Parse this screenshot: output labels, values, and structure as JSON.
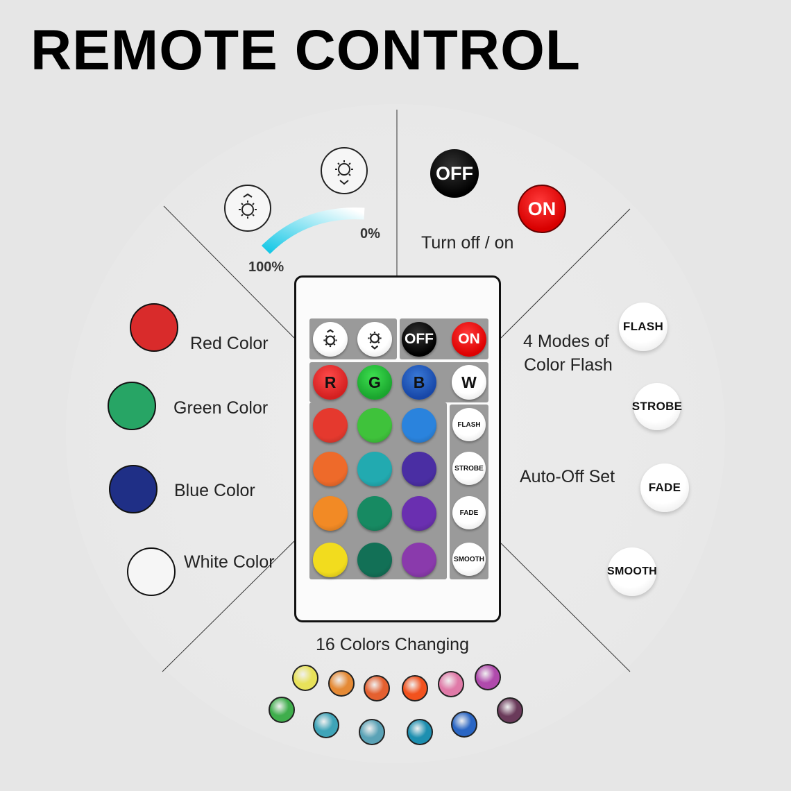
{
  "title": "REMOTE CONTROL",
  "brightness": {
    "max_label": "100%",
    "min_label": "0%"
  },
  "power": {
    "off_label": "OFF",
    "on_label": "ON",
    "caption": "Turn off / on"
  },
  "colors": [
    {
      "label": "Red Color",
      "color": "#d92b2b"
    },
    {
      "label": "Green Color",
      "color": "#27a565"
    },
    {
      "label": "Blue Color",
      "color": "#1f2f86"
    },
    {
      "label": "White Color",
      "color": "#f6f6f6"
    }
  ],
  "modes": {
    "caption_line1": "4 Modes of",
    "caption_line2": "Color Flash",
    "items": [
      "FLASH",
      "STROBE",
      "FADE",
      "SMOOTH"
    ]
  },
  "auto_off_caption": "Auto-Off Set",
  "sixteen_colors_caption": "16 Colors Changing",
  "remote": {
    "top_row": {
      "off": "OFF",
      "on": "ON"
    },
    "rgbw": [
      {
        "label": "R",
        "color": "#e02a2a"
      },
      {
        "label": "G",
        "color": "#22b93a"
      },
      {
        "label": "B",
        "color": "#1d57b8"
      },
      {
        "label": "W",
        "color": "#ffffff"
      }
    ],
    "color_grid": [
      [
        "#e5392e",
        "#3fc23b",
        "#2a83dd"
      ],
      [
        "#ee6a2a",
        "#22aab0",
        "#4a2ea3"
      ],
      [
        "#f28a25",
        "#178a62",
        "#6a2fb0"
      ],
      [
        "#f2dc1e",
        "#127056",
        "#8a3aac"
      ]
    ],
    "modes": [
      "FLASH",
      "STROBE",
      "FADE",
      "SMOOTH"
    ]
  },
  "swatches": [
    "#e8e25a",
    "#e58a35",
    "#e46030",
    "#f2521e",
    "#e07aa8",
    "#b04aac",
    "#3fae4c",
    "#3fa4b8",
    "#5aa2b6",
    "#1d8fb0",
    "#2a66c4",
    "#6a3a5a"
  ]
}
